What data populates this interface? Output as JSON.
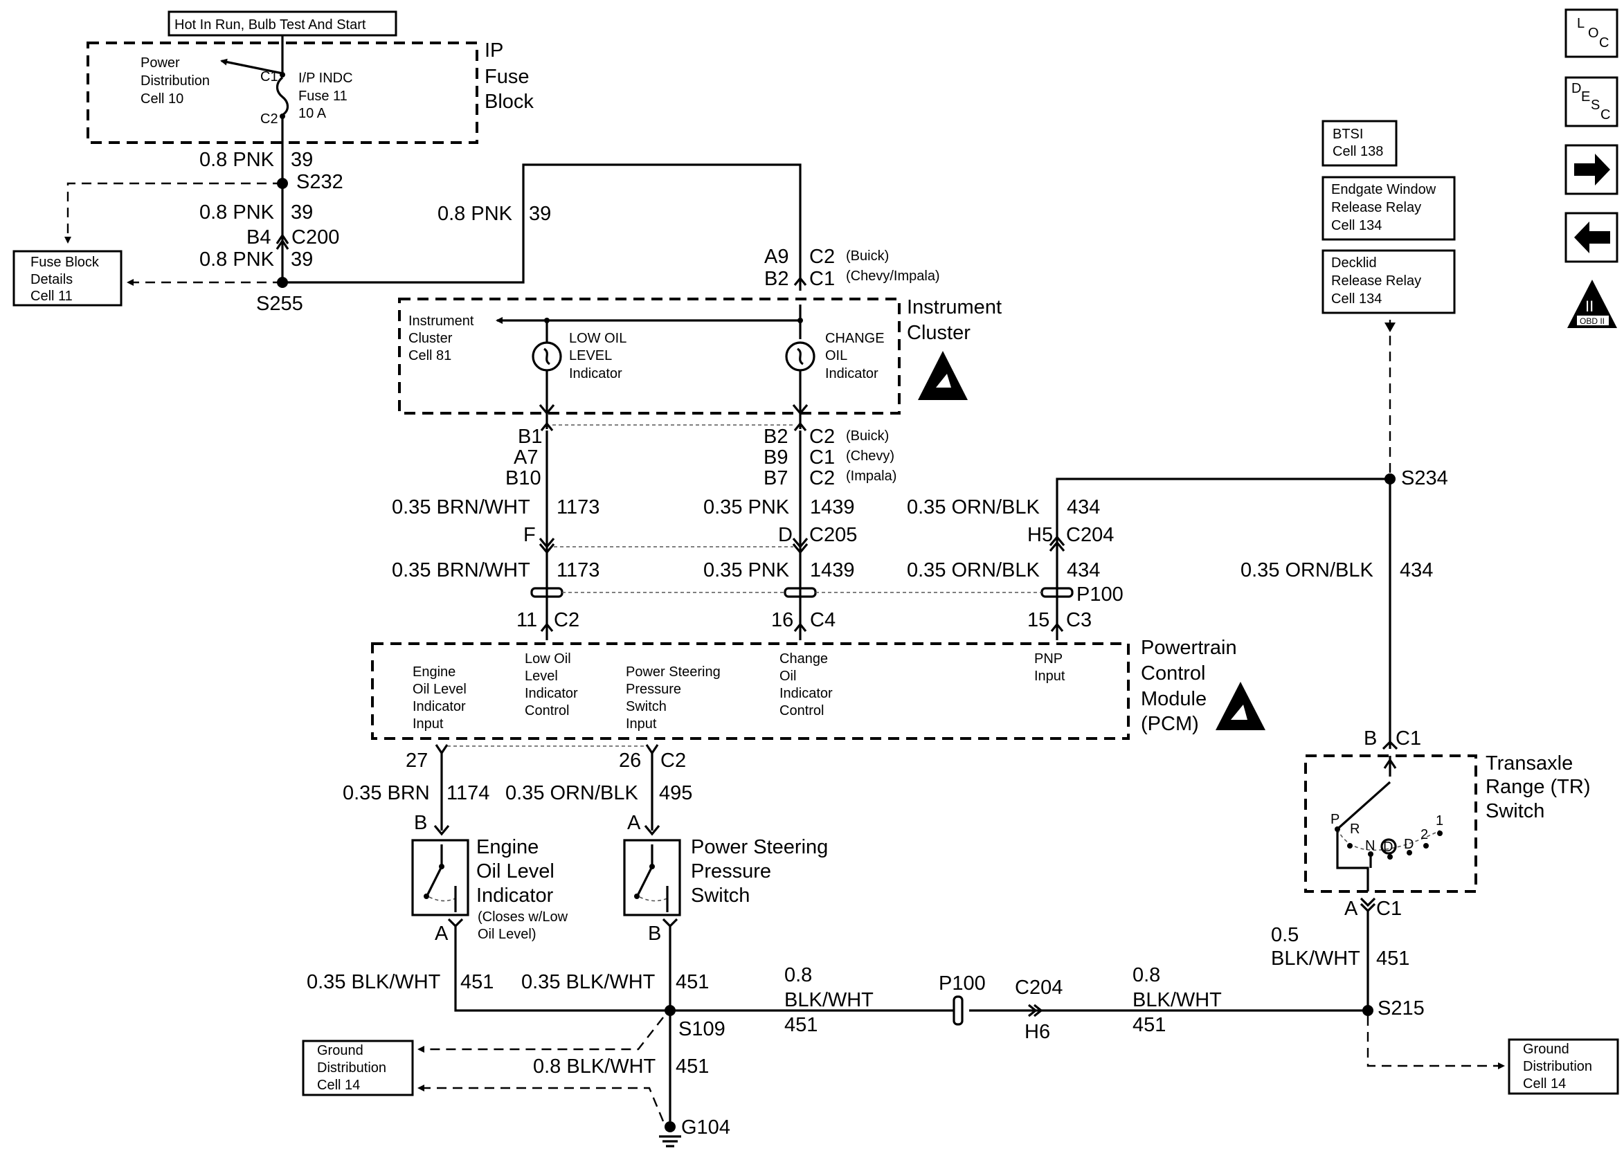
{
  "power_label": "Hot In Run, Bulb Test And Start",
  "ip_fuse_block": {
    "title_lines": [
      "IP",
      "Fuse",
      "Block"
    ],
    "power_dist_lines": [
      "Power",
      "Distribution",
      "Cell 10"
    ],
    "fuse_lines": [
      "I/P INDC",
      "Fuse 11",
      "10 A"
    ],
    "c1": "C1",
    "c2": "C2"
  },
  "splices": {
    "s232": "S232",
    "s255": "S255",
    "s234": "S234",
    "s109": "S109",
    "s215": "S215",
    "g104": "G104"
  },
  "wires": {
    "pnk_size": "0.8 PNK",
    "pnk_circuit": "39",
    "brnwht_size": "0.35 BRN/WHT",
    "brnwht_circuit": "1173",
    "pnk035_size": "0.35 PNK",
    "pnk035_circuit": "1439",
    "ornblk_size": "0.35 ORN/BLK",
    "ornblk_circuit": "434",
    "brn_size": "0.35 BRN",
    "brn_circuit": "1174",
    "ornblk495_circuit": "495",
    "blkwht035_size": "0.35 BLK/WHT",
    "blkwht_circuit": "451",
    "blkwht08_size": "0.8 BLK/WHT",
    "wire_08": "0.8",
    "blkwht": "BLK/WHT",
    "wire_05": "0.5"
  },
  "connectors": {
    "b4": "B4",
    "c200": "C200",
    "a9": "A9",
    "b2": "B2",
    "c2": "C2",
    "c1": "C1",
    "buick": "(Buick)",
    "chevy_impala": "(Chevy/Impala)",
    "b1": "B1",
    "a7": "A7",
    "b10": "B10",
    "b9": "B9",
    "b7": "B7",
    "chevy": "(Chevy)",
    "impala": "(Impala)",
    "f": "F",
    "d": "D",
    "c205": "C205",
    "h5": "H5",
    "c204": "C204",
    "p100": "P100",
    "n11": "11",
    "n16": "16",
    "c4": "C4",
    "n15": "15",
    "c3": "C3",
    "n27": "27",
    "n26": "26",
    "b": "B",
    "a": "A",
    "h6": "H6"
  },
  "fuse_block_details": [
    "Fuse Block",
    "Details",
    "Cell 11"
  ],
  "instrument_cluster": {
    "title_lines": [
      "Instrument",
      "Cluster"
    ],
    "ref_lines": [
      "Instrument",
      "Cluster",
      "Cell 81"
    ],
    "low_oil_lines": [
      "LOW OIL",
      "LEVEL",
      "Indicator"
    ],
    "change_oil_lines": [
      "CHANGE",
      "OIL",
      "Indicator"
    ]
  },
  "pcm": {
    "title_lines": [
      "Powertrain",
      "Control",
      "Module",
      "(PCM)"
    ],
    "eoli_lines": [
      "Engine",
      "Oil Level",
      "Indicator",
      "Input"
    ],
    "loli_lines": [
      "Low Oil",
      "Level",
      "Indicator",
      "Control"
    ],
    "pss_lines": [
      "Power Steering",
      "Pressure",
      "Switch",
      "Input"
    ],
    "coi_lines": [
      "Change",
      "Oil",
      "Indicator",
      "Control"
    ],
    "pnp_lines": [
      "PNP",
      "Input"
    ]
  },
  "eol_switch": {
    "title_lines": [
      "Engine",
      "Oil Level",
      "Indicator"
    ],
    "note_lines": [
      "(Closes w/Low",
      "Oil Level)"
    ]
  },
  "ps_switch": {
    "title_lines": [
      "Power Steering",
      "Pressure",
      "Switch"
    ]
  },
  "tr_switch": {
    "title_lines": [
      "Transaxle",
      "Range (TR)",
      "Switch"
    ],
    "positions": [
      "P",
      "R",
      "N",
      "D",
      "D",
      "2",
      "1"
    ]
  },
  "ground_dist": [
    "Ground",
    "Distribution",
    "Cell 14"
  ],
  "refs": {
    "btsi": [
      "BTSI",
      "Cell 138"
    ],
    "endgate": [
      "Endgate Window",
      "Release Relay",
      "Cell 134"
    ],
    "decklid": [
      "Decklid",
      "Release Relay",
      "Cell 134"
    ]
  },
  "nav": {
    "loc": [
      "L",
      "O",
      "C"
    ],
    "desc": [
      "D",
      "E",
      "S",
      "C"
    ],
    "obd": "OBD II",
    "obd_numeral": "II"
  }
}
